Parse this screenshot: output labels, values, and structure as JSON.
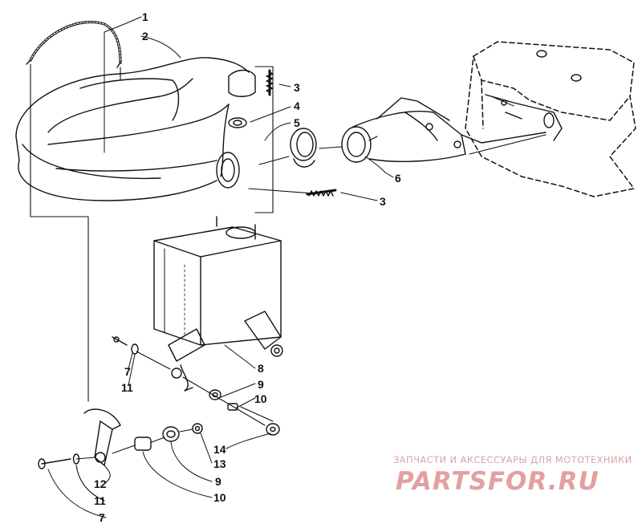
{
  "callouts": [
    {
      "id": "c1",
      "text": "1"
    },
    {
      "id": "c2",
      "text": "2"
    },
    {
      "id": "c3a",
      "text": "3"
    },
    {
      "id": "c4",
      "text": "4"
    },
    {
      "id": "c5",
      "text": "5"
    },
    {
      "id": "c6",
      "text": "6"
    },
    {
      "id": "c3b",
      "text": "3"
    },
    {
      "id": "c7a",
      "text": "7"
    },
    {
      "id": "c11a",
      "text": "11"
    },
    {
      "id": "c8",
      "text": "8"
    },
    {
      "id": "c9a",
      "text": "9"
    },
    {
      "id": "c10a",
      "text": "10"
    },
    {
      "id": "c14",
      "text": "14"
    },
    {
      "id": "c13",
      "text": "13"
    },
    {
      "id": "c9b",
      "text": "9"
    },
    {
      "id": "c10b",
      "text": "10"
    },
    {
      "id": "c12",
      "text": "12"
    },
    {
      "id": "c11b",
      "text": "11"
    },
    {
      "id": "c7b",
      "text": "7"
    }
  ],
  "watermark": {
    "subtitle": "ЗАПЧАСТИ И АКСЕССУАРЫ ДЛЯ МОТОТЕХНИКИ",
    "logo": "PARTSFOR.RU"
  },
  "colors": {
    "ink": "#111111",
    "watermark": "#d9a6a6"
  }
}
